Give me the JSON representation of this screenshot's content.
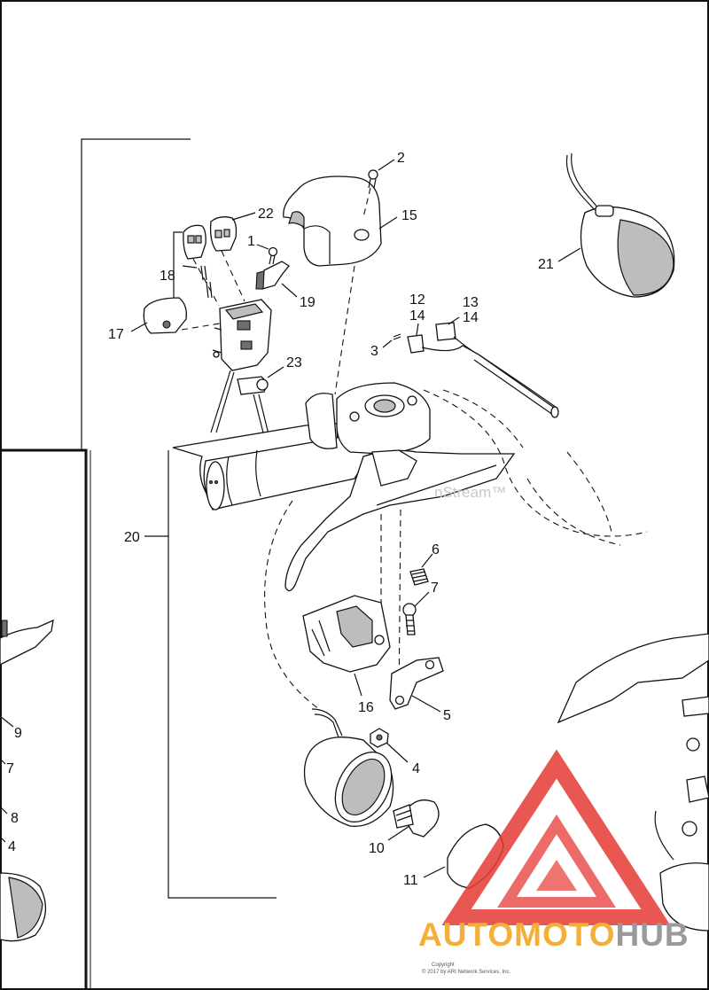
{
  "diagram": {
    "callouts": {
      "c2": "2",
      "c15": "15",
      "c22": "22",
      "c1": "1",
      "c18": "18",
      "c19": "19",
      "c17": "17",
      "c23": "23",
      "c12": "12",
      "c14a": "14",
      "c13": "13",
      "c14b": "14",
      "c3": "3",
      "c21": "21",
      "c20": "20",
      "c6": "6",
      "c7": "7",
      "c16": "16",
      "c5": "5",
      "c4": "4",
      "c10": "10",
      "c11": "11"
    },
    "left_panel_callouts": {
      "l9": "9",
      "l7": "7",
      "l8": "8",
      "l4": "4"
    },
    "watermark": "nStream™",
    "copyright_line1": "Copyright",
    "copyright_line2": "© 2017 by ARI Network Services, Inc.",
    "logo": {
      "part1": "AUTO",
      "part2": "MOTO",
      "part3": "HUB"
    },
    "colors": {
      "logo_red": "#e53935",
      "logo_orange": "#f2b03a",
      "logo_gray": "#9a9a9a"
    }
  }
}
